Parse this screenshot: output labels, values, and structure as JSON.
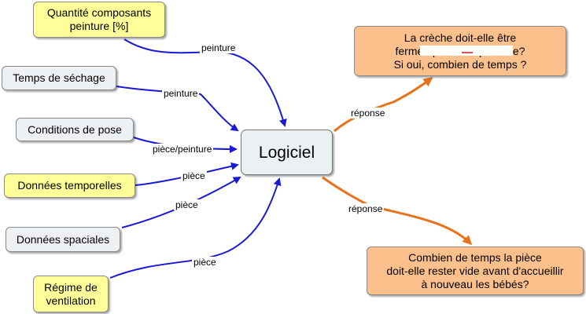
{
  "center": {
    "label": "Logiciel"
  },
  "inputs": [
    {
      "id": "quantite",
      "label": "Quantité composants\npeinture [%]",
      "edge_label": "peinture",
      "color": "#ffff99"
    },
    {
      "id": "sechage",
      "label": "Temps de séchage",
      "edge_label": "peinture",
      "color": "#eef1f3"
    },
    {
      "id": "pose",
      "label": "Conditions de pose",
      "edge_label": "pièce/peinture",
      "color": "#eef1f3"
    },
    {
      "id": "temporelles",
      "label": "Données temporelles",
      "edge_label": "pièce",
      "color": "#ffff99"
    },
    {
      "id": "spaciales",
      "label": "Données spaciales",
      "edge_label": "pièce",
      "color": "#eef1f3"
    },
    {
      "id": "ventilation",
      "label": "Régime de\nventilation",
      "edge_label": "pièce",
      "color": "#ffff99"
    }
  ],
  "outputs": [
    {
      "id": "creche",
      "label": "La crèche doit-elle être\nfermée pour une peinture?\nSi oui, combien de temps ?",
      "edge_label": "réponse",
      "color": "#fcc08d"
    },
    {
      "id": "piece",
      "label": "Combien de temps la pièce\ndoit-elle rester vide avant d'accueillir\nà nouveau les bébés?",
      "edge_label": "réponse",
      "color": "#fcc08d"
    }
  ],
  "colors": {
    "input_arrow": "#1a1ad6",
    "output_arrow": "#e8721c"
  }
}
